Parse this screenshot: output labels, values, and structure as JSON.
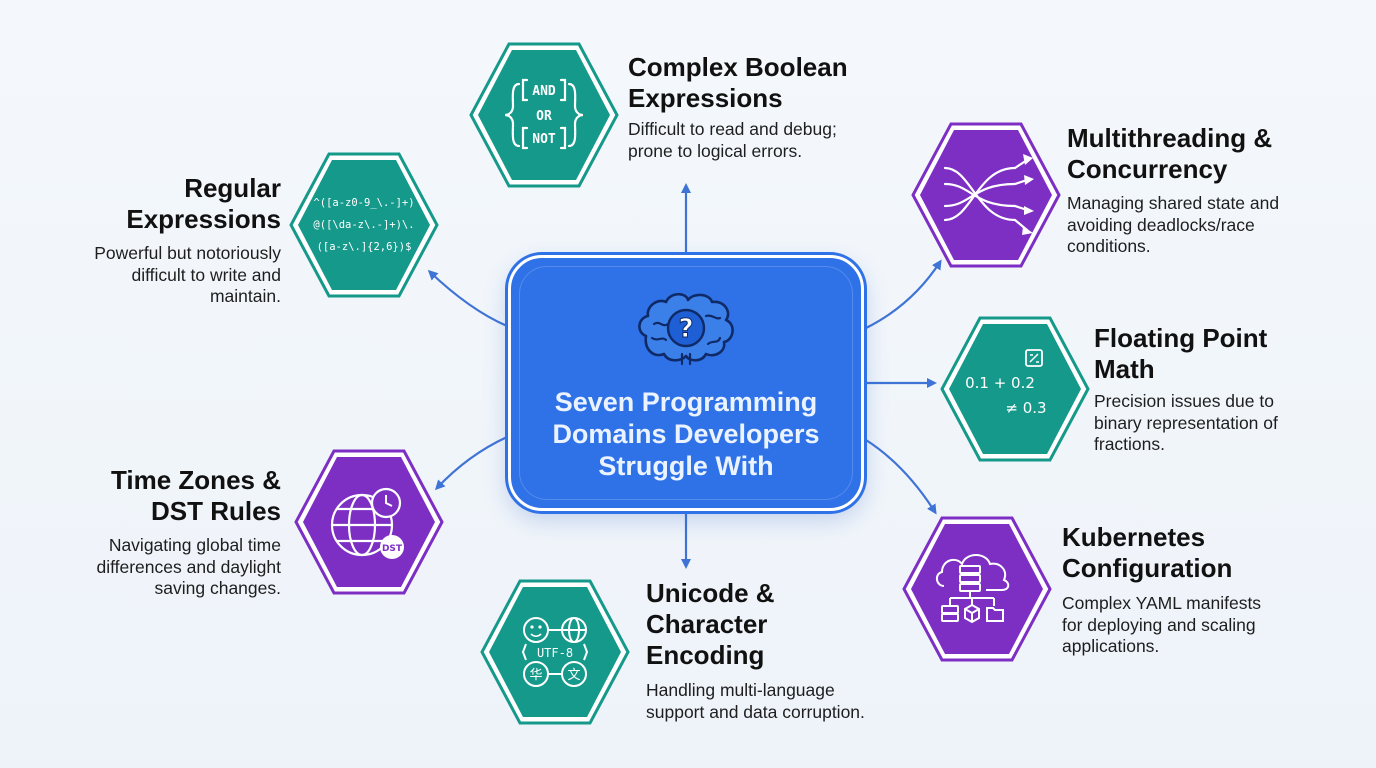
{
  "center": {
    "title": "Seven Programming Domains Developers Struggle With",
    "icon": "brain-question-icon"
  },
  "colors": {
    "teal": "#15998a",
    "purple": "#7d2fc4",
    "center_blue": "#2f72e8",
    "arrow": "#3f74d6"
  },
  "nodes": {
    "boolean": {
      "title_line1": "Complex Boolean",
      "title_line2": "Expressions",
      "desc_line1": "Difficult to read and debug;",
      "desc_line2": "prone to logical errors.",
      "icon": "boolean-braces-icon",
      "icon_text": [
        "AND",
        "OR",
        "NOT"
      ]
    },
    "regex": {
      "title_line1": "Regular",
      "title_line2": "Expressions",
      "desc_line1": "Powerful but notoriously",
      "desc_line2": "difficult to write and",
      "desc_line3": "maintain.",
      "icon": "regex-pattern-icon",
      "icon_text": [
        "^([a-z0-9_\\.-]+)",
        "@([\\da-z\\.-]+)\\.",
        "([a-z\\.]{2,6})$"
      ]
    },
    "threads": {
      "title_line1": "Multithreading &",
      "title_line2": "Concurrency",
      "desc_line1": "Managing shared state and",
      "desc_line2": "avoiding deadlocks/race",
      "desc_line3": "conditions.",
      "icon": "intertwined-threads-icon"
    },
    "float": {
      "title_line1": "Floating Point",
      "title_line2": "Math",
      "desc_line1": "Precision issues due to",
      "desc_line2": "binary representation of",
      "desc_line3": "fractions.",
      "icon": "calculator-math-icon",
      "icon_text": [
        "0.1 + 0.2",
        "≠ 0.3"
      ]
    },
    "timezones": {
      "title_line1": "Time Zones &",
      "title_line2": "DST Rules",
      "desc_line1": "Navigating global time",
      "desc_line2": "differences and daylight",
      "desc_line3": "saving changes.",
      "icon": "globe-clock-icon",
      "icon_text": [
        "DST"
      ]
    },
    "unicode": {
      "title_line1": "Unicode &",
      "title_line2": "Character",
      "title_line3": "Encoding",
      "desc_line1": "Handling multi-language",
      "desc_line2": "support and data corruption.",
      "icon": "encoding-globe-icon",
      "icon_text": [
        "UTF-8",
        "华",
        "文"
      ]
    },
    "kubernetes": {
      "title_line1": "Kubernetes",
      "title_line2": "Configuration",
      "desc_line1": "Complex YAML manifests",
      "desc_line2": "for deploying and scaling",
      "desc_line3": "applications.",
      "icon": "cloud-cluster-icon"
    }
  }
}
